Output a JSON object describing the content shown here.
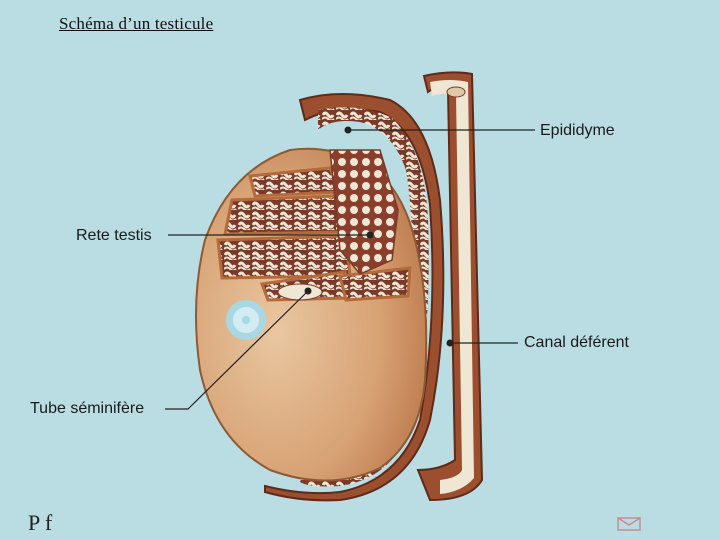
{
  "title": "Schéma d’un testicule",
  "labels": {
    "epididyme": "Epididyme",
    "rete_testis": "Rete testis",
    "canal_deferent": "Canal déférent",
    "tube_seminifere": "Tube séminifère"
  },
  "footer_text": "P f",
  "colors": {
    "background": "#b9dde2",
    "testis_body": "#d4a071",
    "capsule": "#9b4f2e",
    "lumen": "#7a3a2a",
    "tubule": "#efe6d4",
    "leader": "#222222"
  },
  "icons": {
    "nav": "envelope-icon"
  }
}
